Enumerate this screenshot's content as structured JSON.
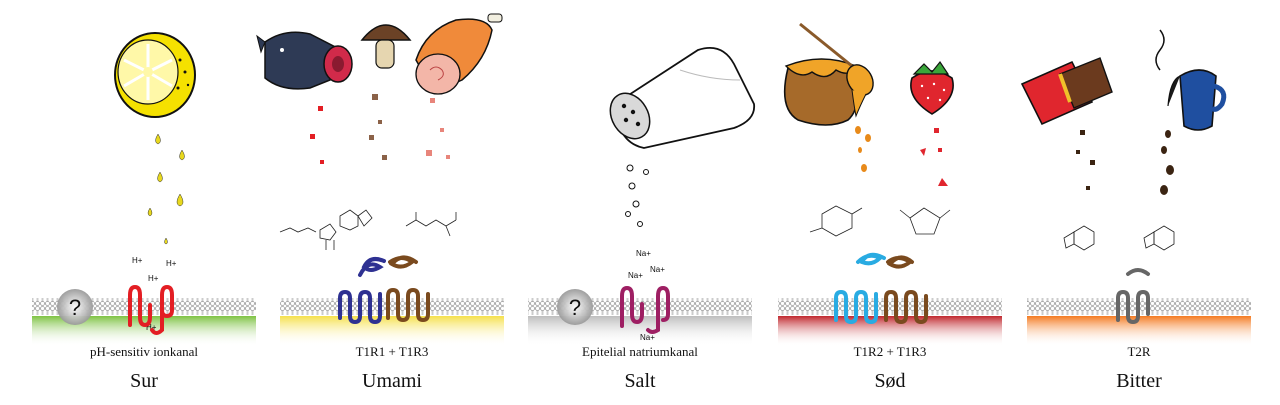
{
  "panels": [
    {
      "receptor": "pH-sensitiv ionkanal",
      "taste": "Sur",
      "ions": [
        "H+",
        "H+",
        "H+",
        "H+"
      ],
      "unknown_mark": "?"
    },
    {
      "receptor": "T1R1 + T1R3",
      "taste": "Umami"
    },
    {
      "receptor": "Epitelial natriumkanal",
      "taste": "Salt",
      "ions": [
        "Na+",
        "Na+",
        "Na+",
        "Na+"
      ],
      "unknown_mark": "?"
    },
    {
      "receptor": "T1R2 + T1R3",
      "taste": "Sød"
    },
    {
      "receptor": "T2R",
      "taste": "Bitter"
    }
  ],
  "colors": {
    "sour_gradient": "#7dc242",
    "sour_receptor": "#e31e24",
    "umami_gradient": "#f5e04a",
    "umami_receptor_a": "#2e3192",
    "umami_receptor_b": "#7a4a1e",
    "salt_gradient": "#bdbdbd",
    "salt_receptor": "#9e1f63",
    "sweet_gradient": "#c0272d",
    "sweet_receptor_a": "#29abe2",
    "sweet_receptor_b": "#7a4a1e",
    "bitter_gradient": "#f47a20",
    "bitter_receptor": "#666666"
  },
  "icons": [
    "lemon-icon",
    "fish-icon",
    "mushroom-icon",
    "ham-icon",
    "salt-shaker-icon",
    "honey-pot-icon",
    "honey-dipper-icon",
    "strawberry-icon",
    "chocolate-bar-icon",
    "coffee-mug-icon"
  ]
}
